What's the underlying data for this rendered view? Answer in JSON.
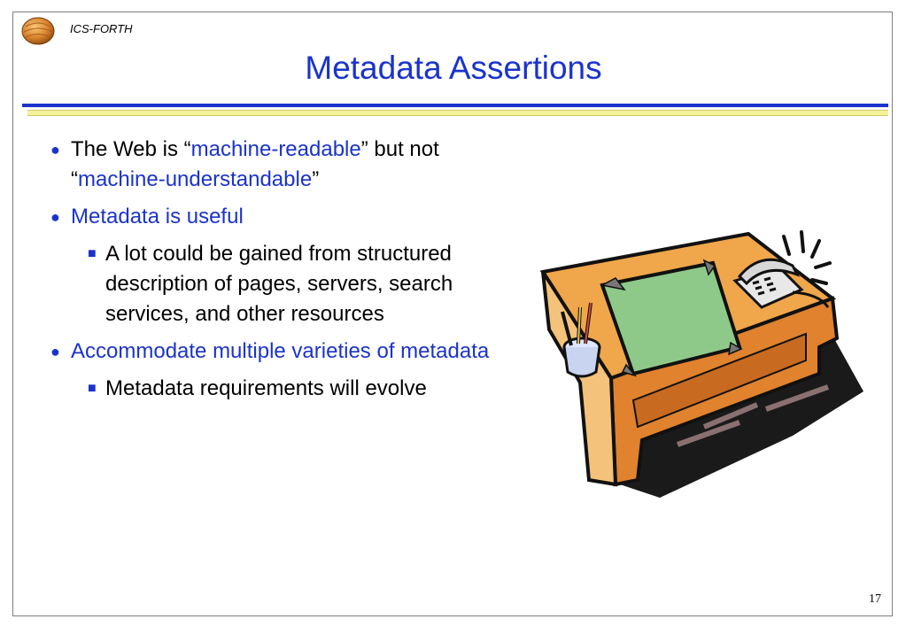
{
  "header": {
    "org": "ICS-FORTH",
    "title": "Metadata Assertions"
  },
  "content": {
    "b1": {
      "pre": "The Web is “",
      "em1": "machine-readable",
      "mid": "” but not “",
      "em2": "machine-understandable",
      "post": "”"
    },
    "b2": {
      "text": "Metadata is useful"
    },
    "b2_sub": {
      "text": "A lot could be gained from structured description of pages, servers, search services, and other resources"
    },
    "b3": {
      "text": "Accommodate multiple varieties of metadata"
    },
    "b3_sub": {
      "text": "Metadata requirements will evolve"
    }
  },
  "footer": {
    "page_number": "17"
  },
  "icons": {
    "logo": "orange-sphere-logo-icon",
    "illustration": "desk-telephone-clipart-icon"
  },
  "colors": {
    "accent": "#1a33cc",
    "yellow_rule": "#f6f29a",
    "desk": "#f0a64a",
    "monitor": "#8ec98a"
  }
}
